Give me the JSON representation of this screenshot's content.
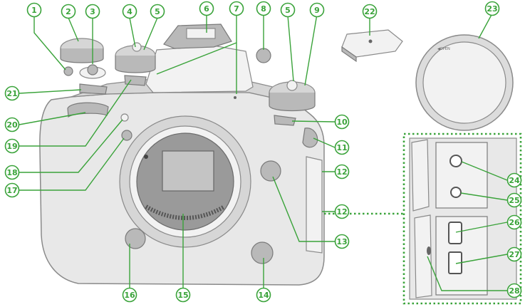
{
  "diagram": {
    "callouts": [
      {
        "num": "1"
      },
      {
        "num": "2"
      },
      {
        "num": "3"
      },
      {
        "num": "4"
      },
      {
        "num": "5"
      },
      {
        "num": "6"
      },
      {
        "num": "7"
      },
      {
        "num": "8"
      },
      {
        "num": "5"
      },
      {
        "num": "9"
      },
      {
        "num": "10"
      },
      {
        "num": "11"
      },
      {
        "num": "12"
      },
      {
        "num": "12"
      },
      {
        "num": "13"
      },
      {
        "num": "14"
      },
      {
        "num": "15"
      },
      {
        "num": "16"
      },
      {
        "num": "17"
      },
      {
        "num": "18"
      },
      {
        "num": "19"
      },
      {
        "num": "20"
      },
      {
        "num": "21"
      },
      {
        "num": "22"
      },
      {
        "num": "23"
      },
      {
        "num": "24"
      },
      {
        "num": "25"
      },
      {
        "num": "26"
      },
      {
        "num": "27"
      },
      {
        "num": "28"
      }
    ],
    "body_cap_text": "◀OPEN",
    "accent_color": "#3aa33a",
    "camera_color": "#e8e8e8"
  }
}
